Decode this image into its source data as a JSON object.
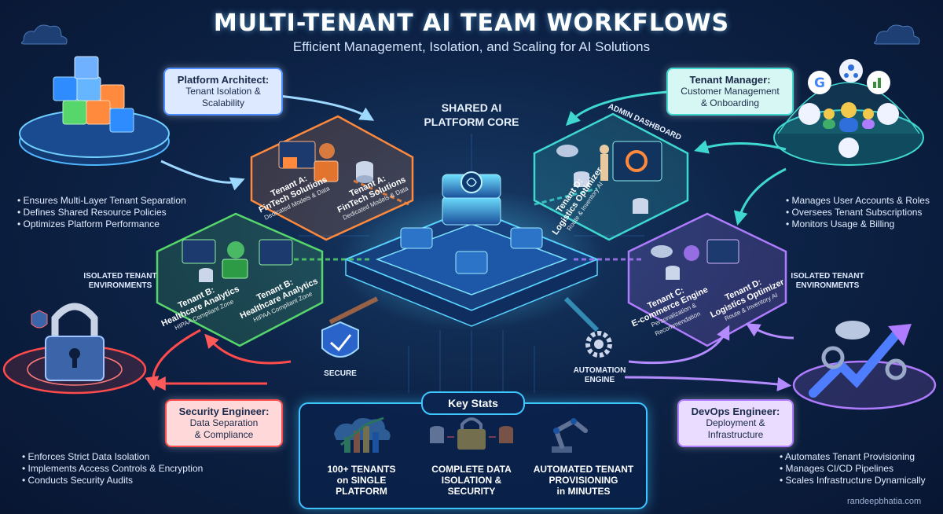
{
  "header": {
    "title": "MULTI-TENANT AI TEAM WORKFLOWS",
    "subtitle": "Efficient Management, Isolation, and Scaling for AI Solutions"
  },
  "core": {
    "label_line1": "SHARED AI",
    "label_line2": "PLATFORM CORE"
  },
  "admin_dashboard": "ADMIN DASHBOARD",
  "isolated_left": {
    "line1": "ISOLATED TENANT",
    "line2": "ENVIRONMENTS"
  },
  "isolated_right": {
    "line1": "ISOLATED TENANT",
    "line2": "ENVIRONMENTS"
  },
  "secure_label": "SECURE",
  "automation": {
    "line1": "AUTOMATION",
    "line2": "ENGINE"
  },
  "roles": {
    "architect": {
      "title": "Platform Architect:",
      "line1": "Tenant Isolation &",
      "line2": "Scalability",
      "bullets": [
        "Ensures Multi-Layer Tenant Separation",
        "Defines Shared Resource Policies",
        "Optimizes Platform Performance"
      ]
    },
    "manager": {
      "title": "Tenant Manager:",
      "line1": "Customer Management",
      "line2": "& Onboarding",
      "bullets": [
        "Manages User Accounts & Roles",
        "Oversees Tenant Subscriptions",
        "Monitors Usage & Billing"
      ]
    },
    "security": {
      "title": "Security Engineer:",
      "line1": "Data Separation",
      "line2": "& Compliance",
      "bullets": [
        "Enforces Strict Data Isolation",
        "Implements Access Controls & Encryption",
        "Conducts Security Audits"
      ]
    },
    "devops": {
      "title": "DevOps Engineer:",
      "line1": "Deployment &",
      "line2": "Infrastructure",
      "bullets": [
        "Automates Tenant Provisioning",
        "Manages CI/CD Pipelines",
        "Scales Infrastructure Dynamically"
      ]
    }
  },
  "tenants": {
    "a1": {
      "name": "Tenant A:",
      "desc": "FinTech Solutions",
      "sub": "Dedicated Models & Data"
    },
    "a2": {
      "name": "Tenant A:",
      "desc": "FinTech Solutions",
      "sub": "Dedicated Models & Data"
    },
    "b1": {
      "name": "Tenant B:",
      "desc": "Healthcare Analytics",
      "sub": "HIPAA Compliant Zone"
    },
    "b2": {
      "name": "Tenant B:",
      "desc": "Healthcare Analytics",
      "sub": "HIPAA Compliant Zone"
    },
    "c": {
      "name": "Tenant C:",
      "desc": "E-commerce Engine",
      "sub": "Personalization & Recommendation"
    },
    "d1": {
      "name": "Tenant D:",
      "desc": "Logistics Optimizer",
      "sub": "Route & Inventory AI"
    },
    "d2": {
      "name": "Tenant D:",
      "desc": "Logistics Optimizer",
      "sub": "Route & Inventory AI"
    }
  },
  "stats": {
    "heading": "Key Stats",
    "items": [
      {
        "line1": "100+ TENANTS",
        "line2": "on SINGLE",
        "line3": "PLATFORM",
        "icon": "growth-chart-icon"
      },
      {
        "line1": "COMPLETE DATA",
        "line2": "ISOLATION &",
        "line3": "SECURITY",
        "icon": "lock-database-icon"
      },
      {
        "line1": "AUTOMATED TENANT",
        "line2": "PROVISIONING",
        "line3": "in MINUTES",
        "icon": "robot-arm-icon"
      }
    ]
  },
  "watermark": "randeepbhatia.com",
  "colors": {
    "background": "#0d2347",
    "architect": "#2f8cff",
    "tenant_a": "#ff8a3d",
    "tenant_b": "#56d66b",
    "tenant_c": "#b07cff",
    "tenant_d": "#3fd8d0",
    "security": "#ff4b4b",
    "core": "#48c8ff"
  }
}
